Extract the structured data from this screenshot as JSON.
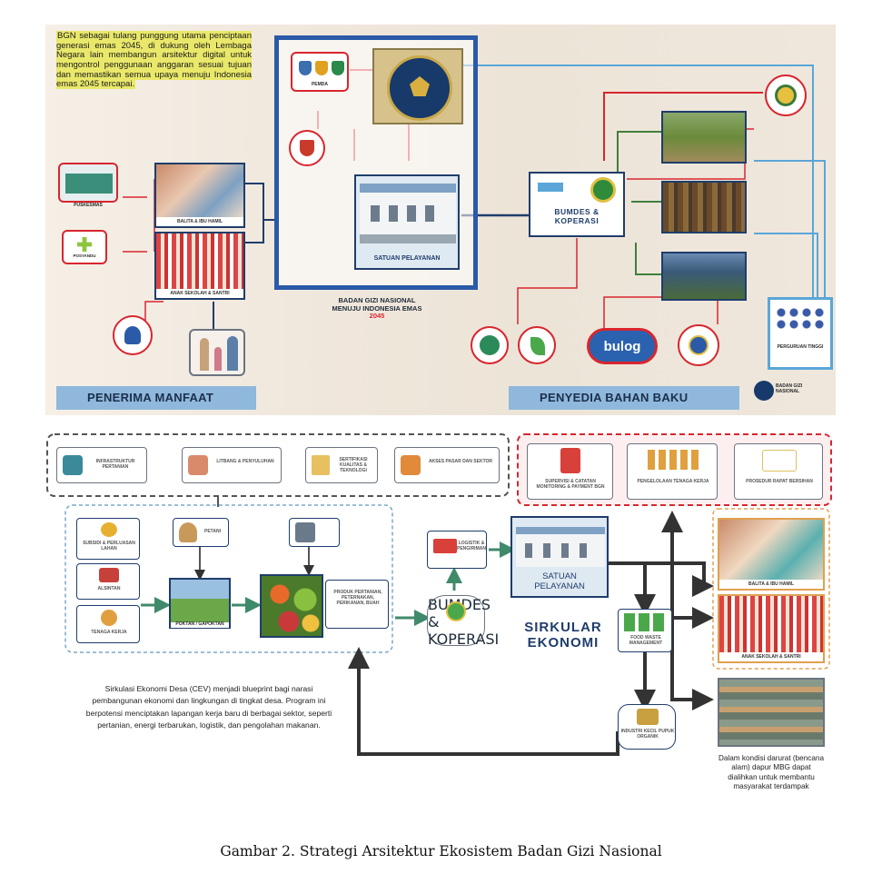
{
  "top": {
    "intro_text": "BGN sebagai tulang punggung utama penciptaan generasi emas 2045, di dukung oleh Lembaga Negara lain membangun arsitektur digital untuk mengontrol penggunaan anggaran sesuai tujuan dan memastikan semua upaya menuju Indonesia emas 2045 tercapai.",
    "center_title_line1": "BADAN GIZI NASIONAL",
    "center_title_line2": "MENUJU INDONESIA EMAS",
    "center_title_year": "2045",
    "satuan_label": "SATUAN PELAYANAN",
    "bumdes_label_line1": "BUMDES &",
    "bumdes_label_line2": "KOPERASI",
    "bulog_label": "bulog",
    "band_left": "PENERIMA MANFAAT",
    "band_right": "PENYEDIA BAHAN BAKU",
    "bgn_logo_text": "BADAN GIZI NASIONAL",
    "pemda_label": "PEMDA",
    "photo_captions": {
      "balita": "BALITA & IBU HAMIL",
      "sekolah": "ANAK SEKOLAH & SANTRI"
    },
    "small_labels": {
      "puskesmas": "PUSKESMAS",
      "posyandu": "POSYANDU",
      "perguruan_tinggi": "PERGURUAN TINGGI"
    }
  },
  "bottom": {
    "top_boxes": [
      "INFRASTRUKTUR PERTANIAN",
      "LITBANG & PENYULUHAN",
      "SERTIFIKASI KUALITAS & TEKNOLOGI",
      "AKSES PASAR DAN SEKTOR",
      "SUPERVISI & CATATAN MONITORING & PAYMENT BGN",
      "PENGELOLAAN TENAGA KERJA",
      "PROSEDUR RAPAT BERSIHAN"
    ],
    "left_items": [
      "SUBSIDI & PERLUASAN LAHAN",
      "ALSINTAN",
      "TENAGA KERJA"
    ],
    "petani_label": "PETANI",
    "poktan_label": "POKTAN / GAPOKTAN",
    "produk_label": "PRODUK PERTANIAN, PETERNAKAN, PERIKANAN, BUAH",
    "logistik_label": "LOGISTIK & PENGIRIMAN",
    "bumdes_label": "BUMDES & KOPERASI",
    "satuan_label_line1": "SATUAN",
    "satuan_label_line2": "PELAYANAN",
    "sirkular_line1": "SIRKULAR",
    "sirkular_line2": "EKONOMI",
    "food_waste_label": "FOOD WASTE MANAGEMENT",
    "pupuk_label": "INDUSTRI KECIL PUPUK ORGANIK",
    "balita_caption": "BALITA & IBU HAMIL",
    "sekolah_caption": "ANAK SEKOLAH & SANTRI",
    "cev_text": "Sirkulasi Ekonomi Desa (CEV) menjadi blueprint bagi narasi pembangunan ekonomi dan lingkungan di tingkat desa. Program ini berpotensi menciptakan lapangan kerja baru di berbagai sektor, seperti pertanian, energi terbarukan, logistik, dan pengolahan makanan.",
    "darurat_text": "Dalam kondisi darurat (bencana alam) dapur MBG dapat dialihkan untuk membantu masyarakat terdampak"
  },
  "caption": "Gambar 2. Strategi Arsitektur Ekosistem Badan Gizi Nasional",
  "colors": {
    "navy": "#1f3d6b",
    "red": "#d8262e",
    "green": "#3f7f3a",
    "light_blue": "#5aa6d8",
    "band": "#8fb8dc"
  }
}
